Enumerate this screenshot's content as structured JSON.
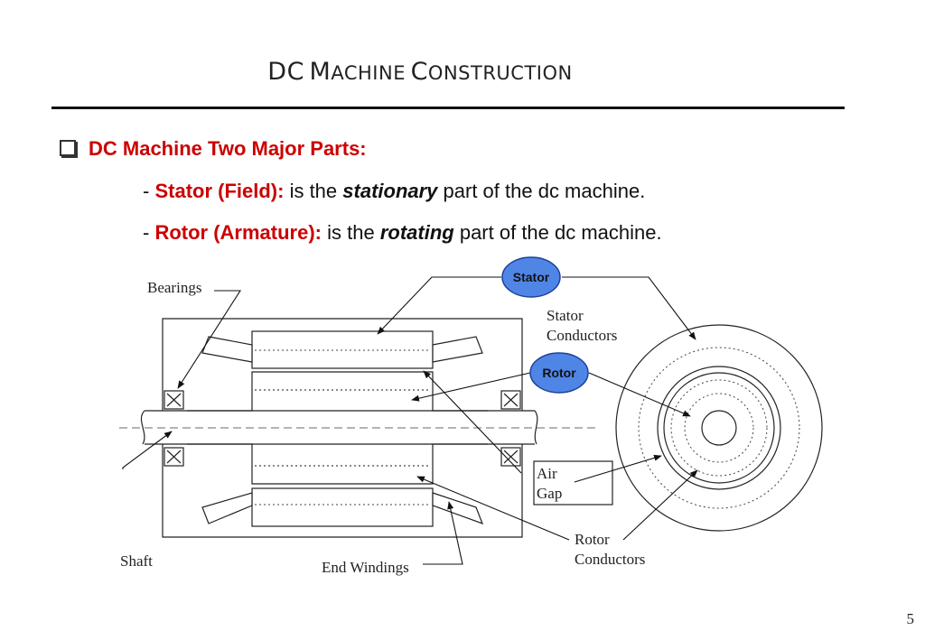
{
  "slide": {
    "title_first_1": "D",
    "title_first_2": "C",
    "title_word2_cap": "M",
    "title_word2_rest": "ACHINE",
    "title_word3_cap": "C",
    "title_word3_rest": "ONSTRUCTION",
    "page_number": "5"
  },
  "content": {
    "heading": "DC Machine Two Major Parts:",
    "stator_line": {
      "dash": "- ",
      "term": "Stator (Field):",
      "pre": " is the ",
      "emph": "stationary",
      "post": " part of the dc machine."
    },
    "rotor_line": {
      "dash": "- ",
      "term": "Rotor (Armature):",
      "pre": " is the ",
      "emph": "rotating",
      "post": " part of the dc machine."
    }
  },
  "diagram": {
    "labels": {
      "bearings": "Bearings",
      "stator_conductors_1": "Stator",
      "stator_conductors_2": "Conductors",
      "air_gap_1": "Air",
      "air_gap_2": "Gap",
      "rotor_conductors_1": "Rotor",
      "rotor_conductors_2": "Conductors",
      "shaft": "Shaft",
      "end_windings": "End Windings"
    },
    "callouts": {
      "stator": "Stator",
      "rotor": "Rotor"
    },
    "colors": {
      "callout_fill": "#4f86e6",
      "callout_stroke": "#1f3f99",
      "accent_red": "#cc0000"
    }
  }
}
